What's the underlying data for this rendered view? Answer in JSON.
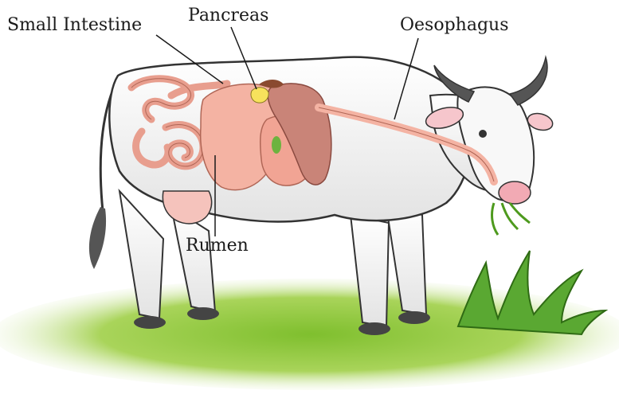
{
  "diagram": {
    "labels": {
      "small_intestine": "Small Intestine",
      "pancreas": "Pancreas",
      "oesophagus": "Oesophagus",
      "rumen": "Rumen"
    },
    "colors": {
      "grass": "#8cc63f",
      "cow_body": "#f2f2f2",
      "cow_outline": "#333333",
      "organ_pink": "#f4b3a3",
      "liver": "#c98478",
      "pancreas": "#f7e25c",
      "gall_bladder": "#6db33f",
      "horn": "#555555",
      "hoof": "#444444"
    }
  }
}
